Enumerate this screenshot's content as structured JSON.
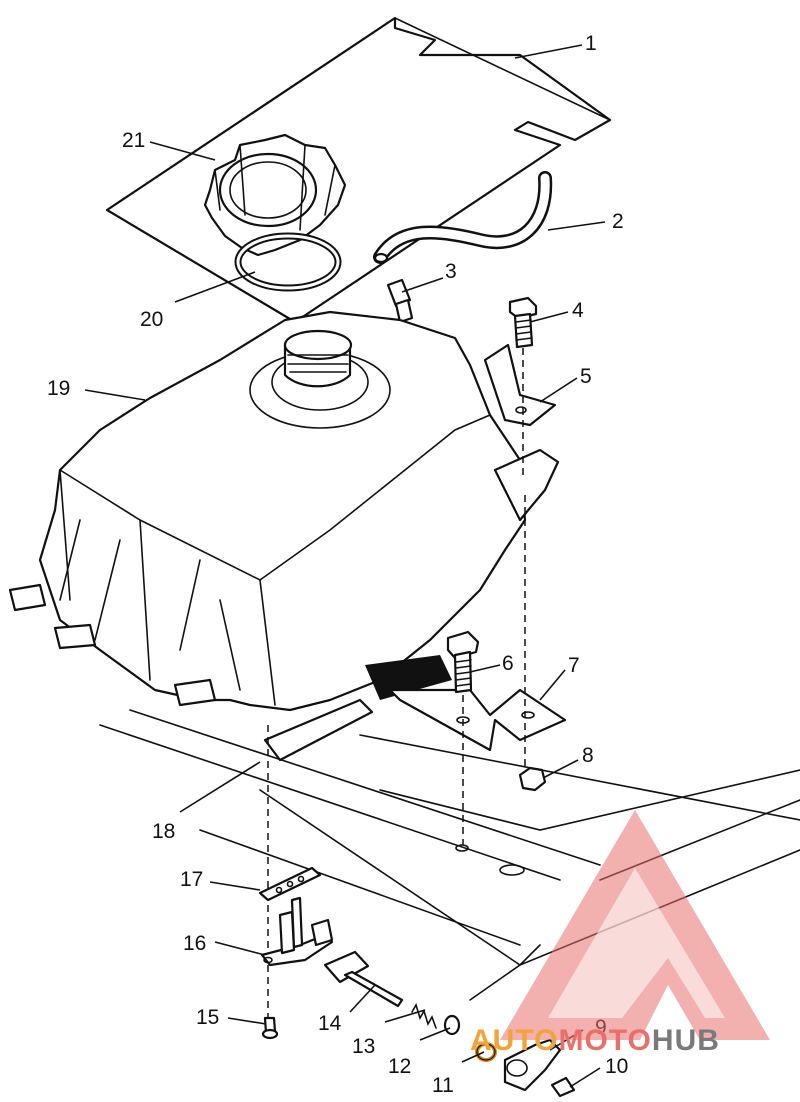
{
  "callouts": [
    "1",
    "2",
    "3",
    "4",
    "5",
    "6",
    "7",
    "8",
    "9",
    "10",
    "11",
    "12",
    "13",
    "14",
    "15",
    "16",
    "17",
    "18",
    "19",
    "20",
    "21"
  ],
  "watermark": {
    "auto": "AUTO",
    "moto": "MOTO",
    "hub": "HUB",
    "logo_color": "#e8706b",
    "auto_color": "#f2a33a",
    "hub_color": "#7a7a7a"
  }
}
